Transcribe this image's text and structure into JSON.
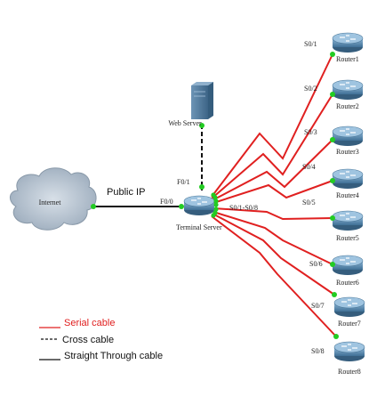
{
  "nodes": {
    "internet": "Internet",
    "web_server": "Web Server",
    "terminal_server": "Terminal Server",
    "routers": [
      "Router1",
      "Router2",
      "Router3",
      "Router4",
      "Router5",
      "Router6",
      "Router7",
      "Router8"
    ]
  },
  "links": {
    "public_ip": "Public IP",
    "f0_0": "F0/0",
    "f0_1": "F0/1",
    "s0_1_s0_8": "S0/1-S0/8",
    "router_ports": [
      "S0/1",
      "S0/2",
      "S0/3",
      "S0/4",
      "S0/5",
      "S0/6",
      "S0/7",
      "S0/8"
    ]
  },
  "legend": {
    "serial": "Serial cable",
    "cross": "Cross cable",
    "straight": "Straight Through cable"
  },
  "colors": {
    "serial": "#e02020",
    "cross": "#111111",
    "straight": "#111111",
    "port_dot": "#22cc22",
    "router_body": "#5a8fb8",
    "cloud": "#a9b8c8"
  }
}
